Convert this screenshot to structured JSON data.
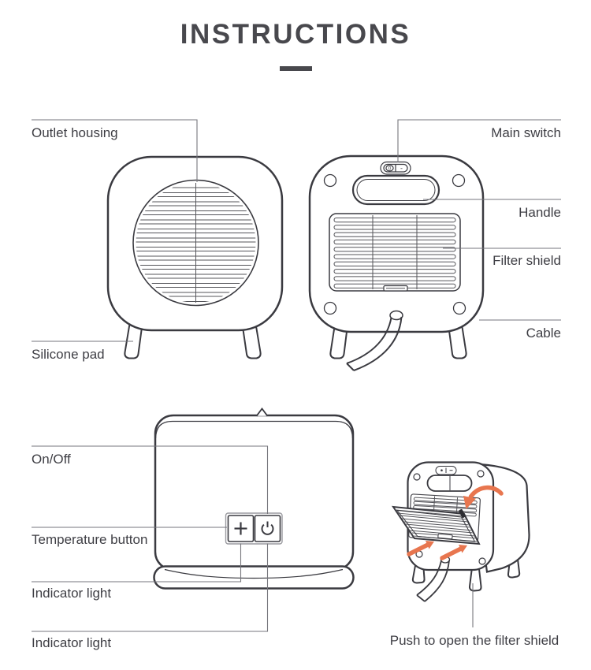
{
  "header": {
    "title": "INSTRUCTIONS"
  },
  "palette": {
    "text": "#3e3e44",
    "outline": "#3a3a40",
    "leader_line": "#76767c",
    "accent_arrow": "#e8764f",
    "background": "#ffffff"
  },
  "front_view": {
    "labels": {
      "outlet_housing": "Outlet housing",
      "silicone_pad": "Silicone pad"
    }
  },
  "back_view": {
    "labels": {
      "main_switch": "Main switch",
      "handle": "Handle",
      "filter_shield": "Filter shield",
      "cable": "Cable"
    },
    "switch_marks": {
      "off": "0",
      "on": "-"
    }
  },
  "top_view": {
    "labels": {
      "on_off": "On/Off",
      "temperature_button": "Temperature button",
      "indicator_light_temperature": "Indicator light",
      "indicator_light_power": "Indicator light"
    },
    "buttons": {
      "temperature_icon": "plus-icon",
      "power_icon": "power-icon"
    }
  },
  "open_view": {
    "caption": "Push to open the filter shield",
    "arrow_icons": [
      "curved-arrow-icon",
      "push-arrow-icon",
      "push-arrow-icon"
    ]
  }
}
